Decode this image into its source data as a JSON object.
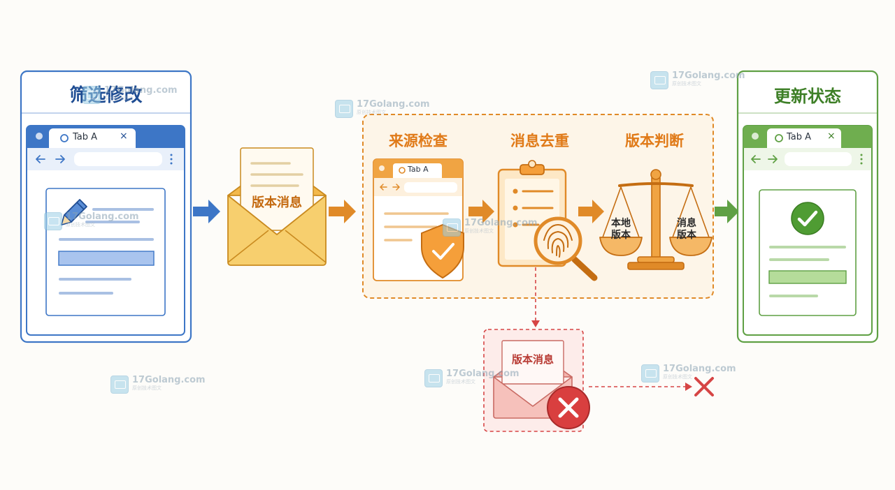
{
  "stages": {
    "filter": {
      "title": "筛选修改",
      "tab_label": "Tab A",
      "tab_close": "×"
    },
    "envelope": {
      "label": "版本消息"
    },
    "checks": {
      "source_check": {
        "title": "来源检查",
        "tab_label": "Tab A"
      },
      "dedup": {
        "title": "消息去重"
      },
      "version": {
        "title": "版本判断",
        "left_pan": "本地\n版本",
        "right_pan": "消息\n版本"
      }
    },
    "rejected": {
      "label": "版本消息"
    },
    "update": {
      "title": "更新状态",
      "tab_label": "Tab A",
      "tab_close": "×"
    }
  },
  "watermark": {
    "text": "17Golang.com",
    "subtext": "原创技术图文"
  },
  "colors": {
    "blue": "#3d76c6",
    "orange": "#e08a28",
    "green": "#5fa044",
    "red": "#d64545",
    "envelope_yellow": "#f7cf6e"
  }
}
